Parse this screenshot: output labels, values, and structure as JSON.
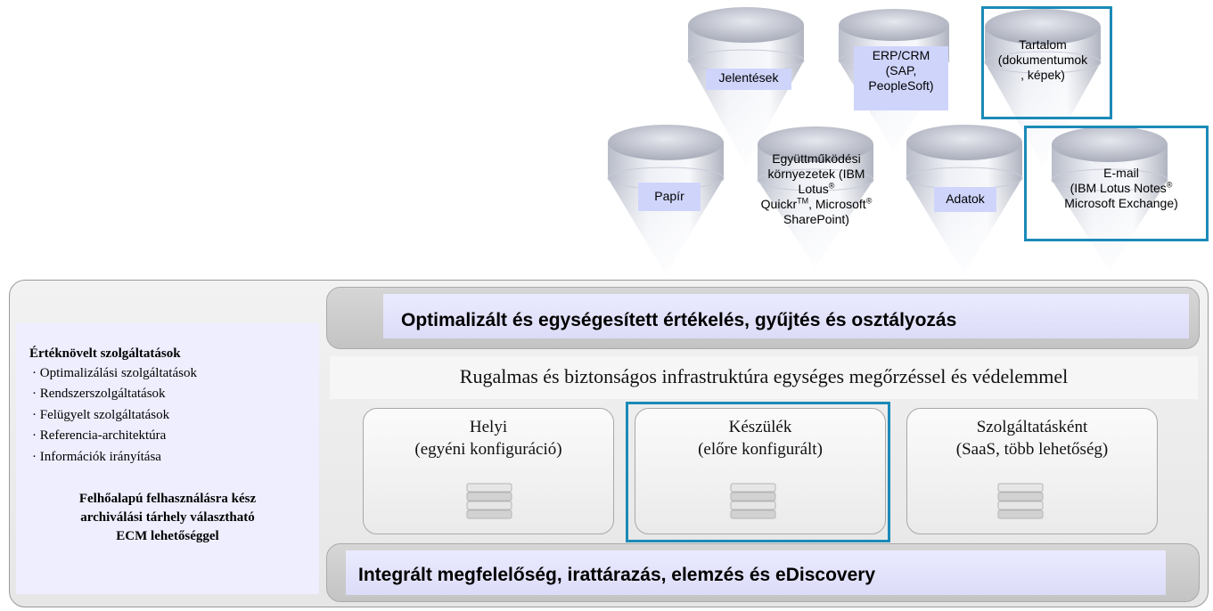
{
  "sources": {
    "reports": "Jelentések",
    "erp": [
      "ERP/CRM",
      "(SAP,",
      "PeopleSoft)"
    ],
    "content": [
      "Tartalom",
      "(dokumentumok",
      ", képek)"
    ],
    "paper": "Papír",
    "collab": {
      "line1": "Együttműködési",
      "line2_a": "környezetek (IBM Lotus",
      "line3_a": "Quickr",
      "line3_b": ", Microsoft",
      "line4": "SharePoint)",
      "reg": "®",
      "tm": "TM"
    },
    "data": "Adatok",
    "email": {
      "line1": "E-mail",
      "line2": "(IBM Lotus Notes",
      "line3": "Microsoft Exchange)",
      "reg": "®"
    }
  },
  "bands": {
    "top": "Optimalizált és egységesített értékelés, gyűjtés és osztályozás",
    "infra": "Rugalmas és biztonságos infrastruktúra egységes megőrzéssel és védelemmel",
    "bottom": "Integrált megfelelőség, irattárazás, elemzés és eDiscovery"
  },
  "options": [
    {
      "line1": "Helyi",
      "line2": "(egyéni konfiguráció)"
    },
    {
      "line1": "Készülék",
      "line2": "(előre konfigurált)"
    },
    {
      "line1": "Szolgáltatásként",
      "line2": "(SaaS, több lehetőség)"
    }
  ],
  "services": {
    "title": "Értéknövelt szolgáltatások",
    "items": [
      "Optimalizálási szolgáltatások",
      "Rendszerszolgáltatások",
      "Felügyelt szolgáltatások",
      "Referencia-architektúra",
      "Információk irányítása"
    ],
    "footer": [
      "Felhőalapú felhasználásra kész",
      "archiválási tárhely választható",
      "ECM lehetőséggel"
    ]
  },
  "colors": {
    "highlight": "#1b8ab8",
    "label_bg": "#cfd4fb"
  }
}
